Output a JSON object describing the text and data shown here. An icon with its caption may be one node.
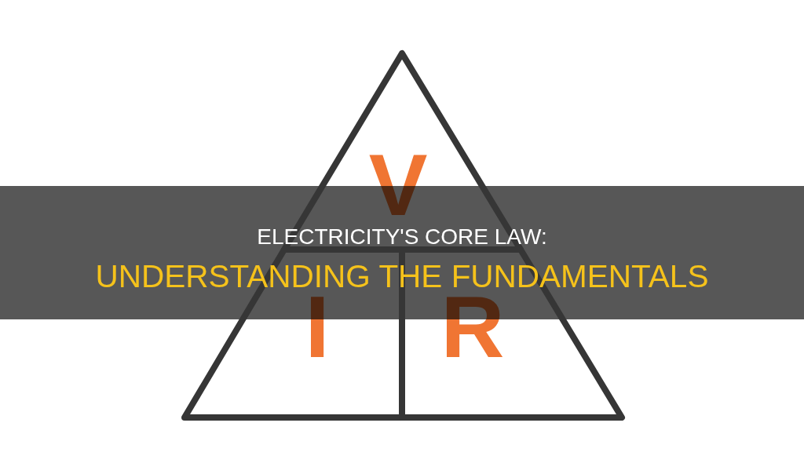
{
  "diagram": {
    "title": "ELECTRICITY'S CORE LAW:",
    "caption": "UNDERSTANDING THE FUNDAMENTALS",
    "nodes": [
      {
        "text": [
          "V"
        ]
      },
      {
        "text": [
          "I"
        ]
      },
      {
        "text": [
          "R"
        ]
      }
    ]
  }
}
